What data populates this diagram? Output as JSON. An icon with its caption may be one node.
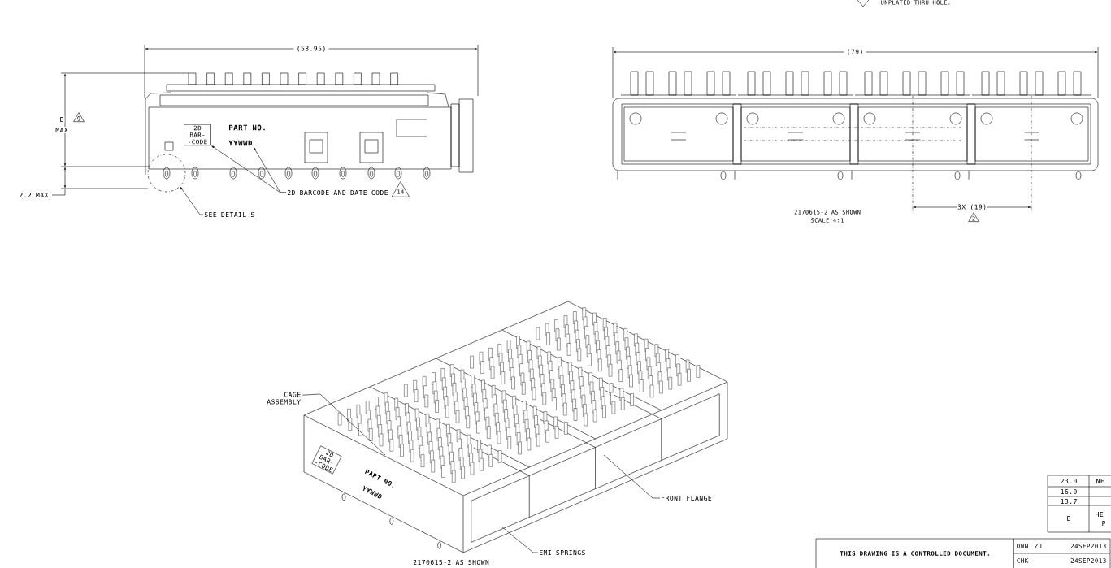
{
  "diagram": {
    "nodes": [
      {
        "text": [
          "2D BARCODE AND DATE CODE"
        ]
      },
      {
        "text": [
          "2D BAR- -CODE"
        ]
      },
      {
        "text": [
          "YYWWD"
        ]
      },
      {
        "text": [
          "SEE DETAIL S"
        ]
      },
      {
        "text": [],
        "shape": "circle"
      },
      {
        "text": [
          "CAGE ASSEMBLY"
        ]
      },
      {
        "text": [
          "FRONT FLANGE"
        ]
      },
      {
        "text": [
          "EMI SPRINGS"
        ]
      }
    ],
    "edges": [
      {
        "from": 0,
        "to": 1,
        "arrow": "to"
      },
      {
        "from": 0,
        "to": 2,
        "arrow": "to"
      },
      {
        "from": 3,
        "to": 4,
        "arrow": "to"
      },
      {
        "from": 5,
        "to": null,
        "arrow": "none"
      },
      {
        "from": 6,
        "to": null,
        "arrow": "none"
      },
      {
        "from": 7,
        "to": null,
        "arrow": "none"
      }
    ],
    "labels": [
      "UNPLATED THRU HOLE.",
      "(53.95)",
      "(79)",
      "B",
      "9",
      "MAX",
      "PART NO.",
      "14",
      "2.2 MAX",
      "2170615-2 AS SHOWN",
      "SCALE 4:1",
      "3X (19)",
      "2",
      "2D BAR- -CODE",
      "PART NO.",
      "YYWWD",
      "2170615-2 AS SHOWN",
      "23.0",
      "NE",
      "16.0",
      "13.7",
      "B",
      "HE",
      "P",
      "THIS DRAWING IS A CONTROLLED DOCUMENT.",
      "DWN",
      "ZJ",
      "24SEP2013",
      "CHK",
      "24SEP2013"
    ]
  }
}
